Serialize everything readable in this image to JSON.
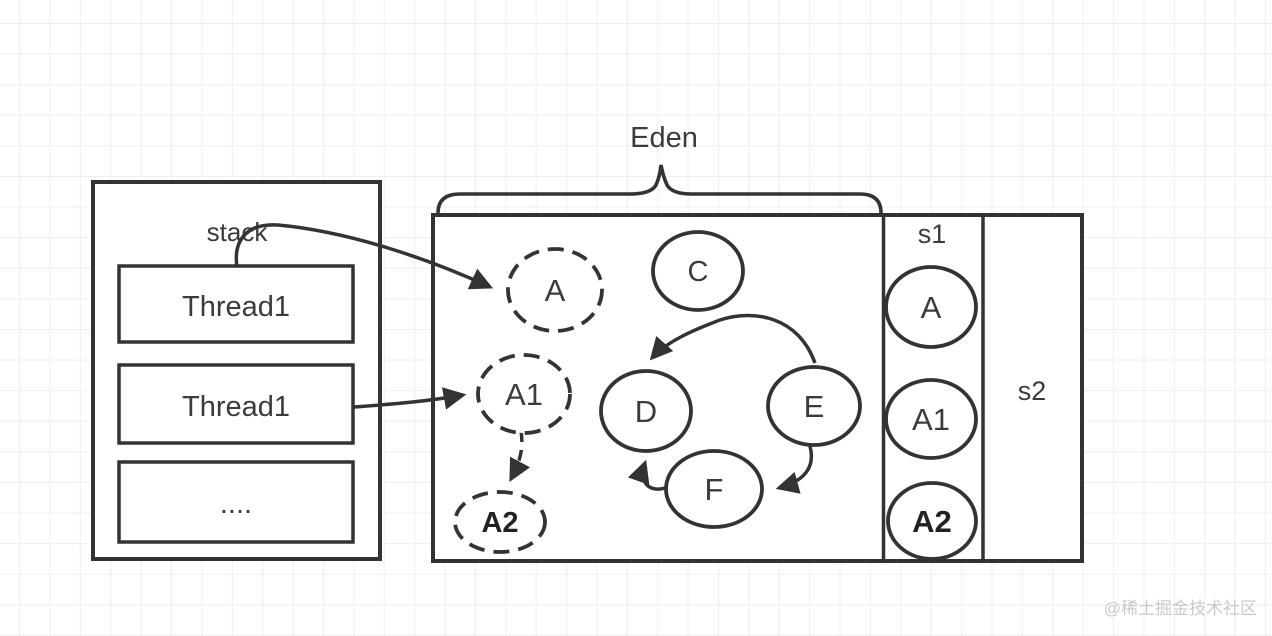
{
  "stack_box": {
    "label": "stack",
    "frames": [
      {
        "label": "Thread1"
      },
      {
        "label": "Thread1"
      },
      {
        "label": "...."
      }
    ]
  },
  "heap": {
    "eden_label": "Eden",
    "s1_label": "s1",
    "s2_label": "s2",
    "eden_nodes": [
      {
        "label": "A",
        "style": "dashed"
      },
      {
        "label": "C",
        "style": "solid"
      },
      {
        "label": "A1",
        "style": "dashed"
      },
      {
        "label": "A2",
        "style": "dashed",
        "bold": true
      },
      {
        "label": "D",
        "style": "solid"
      },
      {
        "label": "E",
        "style": "solid"
      },
      {
        "label": "F",
        "style": "solid"
      }
    ],
    "s1_nodes": [
      {
        "label": "A"
      },
      {
        "label": "A1"
      },
      {
        "label": "A2",
        "bold": true
      }
    ],
    "edges": [
      {
        "from": "stack.Thread1-top",
        "to": "eden.A",
        "style": "solid"
      },
      {
        "from": "stack.Thread1-second",
        "to": "eden.A1",
        "style": "solid"
      },
      {
        "from": "eden.E",
        "to": "eden.D",
        "style": "solid"
      },
      {
        "from": "eden.E",
        "to": "eden.F",
        "style": "solid"
      },
      {
        "from": "eden.F",
        "to": "eden.D",
        "style": "solid"
      },
      {
        "from": "eden.A1",
        "to": "eden.A2",
        "style": "dashed"
      }
    ]
  },
  "watermark": "@稀土掘金技术社区",
  "colors": {
    "line": "#333333",
    "text": "#3b3b3b",
    "grid": "#eeeef1",
    "watermark": "#c9c9c9",
    "background": "#ffffff"
  }
}
